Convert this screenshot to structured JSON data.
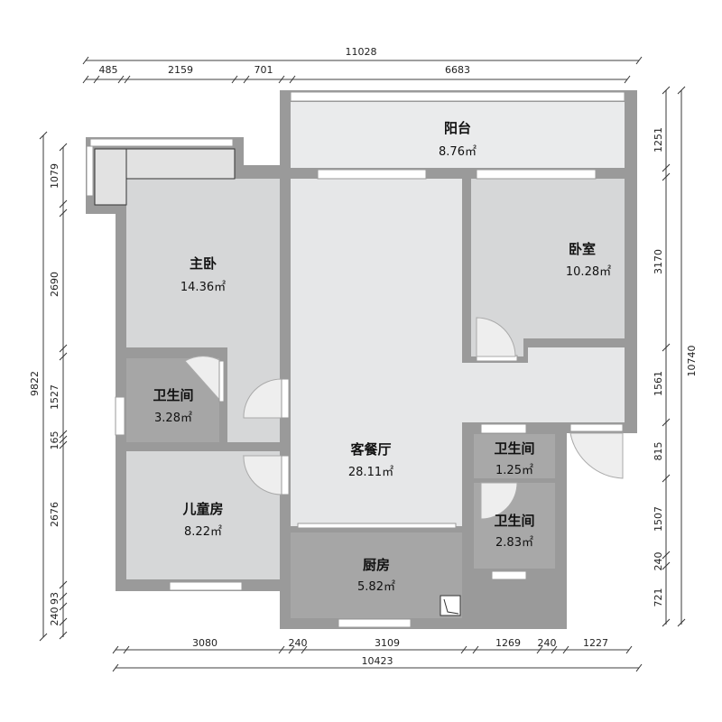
{
  "rooms": {
    "balcony": {
      "name": "阳台",
      "area": "8.76㎡"
    },
    "master_bedroom": {
      "name": "主卧",
      "area": "14.36㎡"
    },
    "bedroom": {
      "name": "卧室",
      "area": "10.28㎡"
    },
    "bathroom_a": {
      "name": "卫生间",
      "area": "3.28㎡"
    },
    "living_dining": {
      "name": "客餐厅",
      "area": "28.11㎡"
    },
    "bathroom_b": {
      "name": "卫生间",
      "area": "1.25㎡"
    },
    "bathroom_c": {
      "name": "卫生间",
      "area": "2.83㎡"
    },
    "kids_room": {
      "name": "儿童房",
      "area": "8.22㎡"
    },
    "kitchen": {
      "name": "厨房",
      "area": "5.82㎡"
    }
  },
  "dimensions": {
    "top_total": "11028",
    "top": [
      "485",
      "2159",
      "701",
      "6683"
    ],
    "bottom_total": "10423",
    "bottom": [
      "3080",
      "240",
      "3109",
      "1269",
      "240",
      "1227"
    ],
    "left_total": "9822",
    "left": [
      "1079",
      "2690",
      "1527",
      "165",
      "2676",
      "93",
      "240"
    ],
    "right_total": "10740",
    "right": [
      "1251",
      "3170",
      "1561",
      "815",
      "1507",
      "240",
      "721"
    ]
  },
  "colors": {
    "wall": "#9a9a9a",
    "living": "#e6e7e8",
    "bedroom": "#d6d7d8",
    "wet_room": "#a6a6a6"
  }
}
